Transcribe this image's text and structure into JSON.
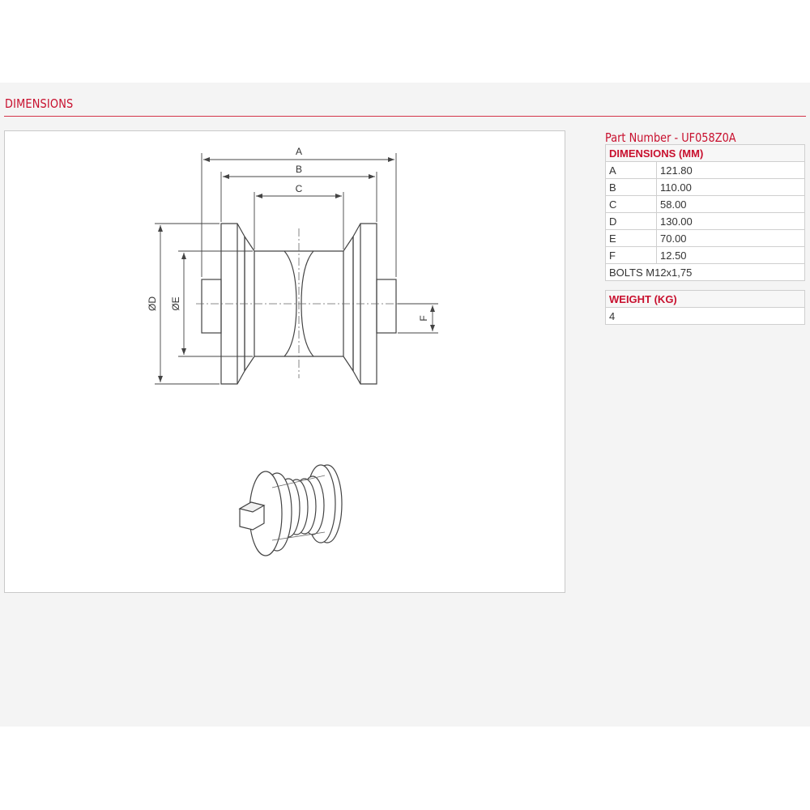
{
  "section_title": "DIMENSIONS",
  "part_number": "Part Number - UF058Z0A",
  "drawing": {
    "label_a": "A",
    "label_b": "B",
    "label_c": "C",
    "label_d": "ØD",
    "label_e": "ØE",
    "label_f": "F"
  },
  "dimensions_table": {
    "header": "DIMENSIONS (MM)",
    "rows": [
      {
        "key": "A",
        "value": "121.80"
      },
      {
        "key": "B",
        "value": "110.00"
      },
      {
        "key": "C",
        "value": "58.00"
      },
      {
        "key": "D",
        "value": "130.00"
      },
      {
        "key": "E",
        "value": "70.00"
      },
      {
        "key": "F",
        "value": "12.50"
      }
    ],
    "bolts": "BOLTS M12x1,75"
  },
  "weight_table": {
    "header": "WEIGHT (KG)",
    "value": "4"
  },
  "colors": {
    "accent": "#c8102e",
    "panel_bg": "#f4f4f4",
    "border": "#cfcfcf"
  }
}
